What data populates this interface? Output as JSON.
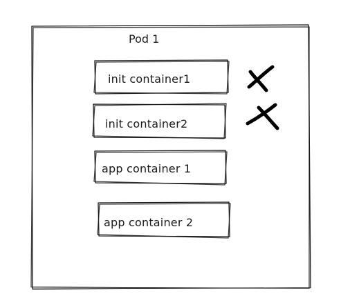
{
  "pod": {
    "title": "Pod 1"
  },
  "containers": [
    {
      "label": "init container1",
      "status": "failed",
      "status_icon": "x-mark-icon"
    },
    {
      "label": "init container2",
      "status": "failed",
      "status_icon": "x-mark-icon"
    },
    {
      "label": "app container 1",
      "status": "",
      "status_icon": ""
    },
    {
      "label": "app container 2",
      "status": "",
      "status_icon": ""
    }
  ],
  "colors": {
    "stroke": "#1a1a1a",
    "mark": "#000000",
    "background": "#ffffff"
  }
}
